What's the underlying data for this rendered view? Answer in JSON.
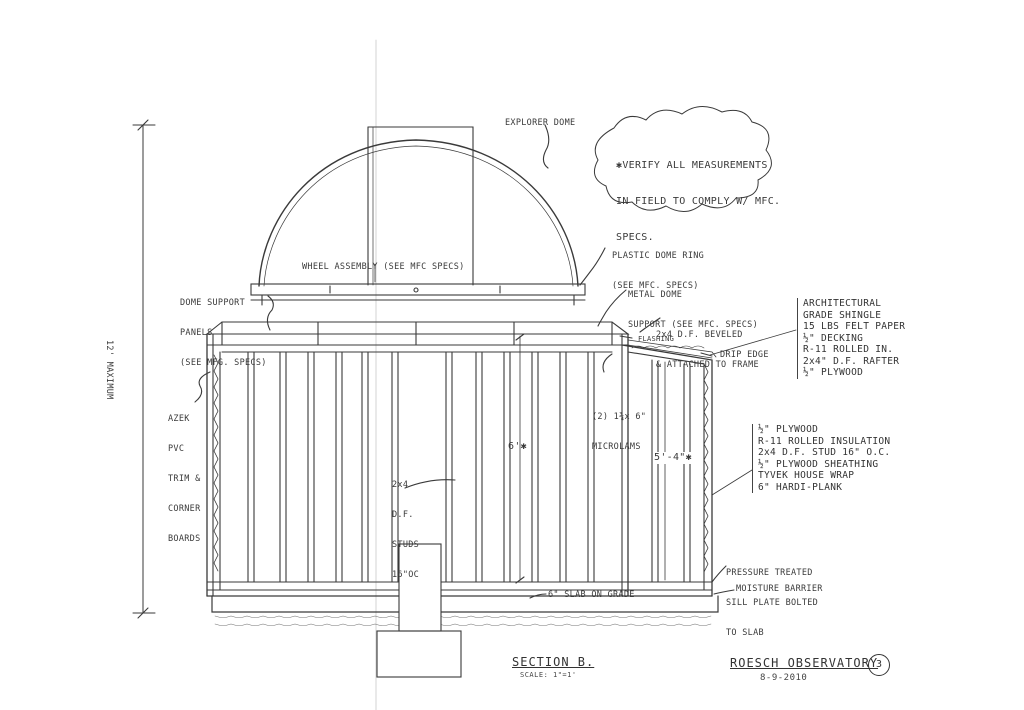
{
  "labels": {
    "explorer_dome": "EXPLORER DOME",
    "verify_note": [
      "✱VERIFY ALL MEASUREMENTS",
      "IN FIELD TO COMPLY W/ MFC.",
      "SPECS."
    ],
    "plastic_ring": [
      "PLASTIC DOME RING",
      "(SEE MFC. SPECS)"
    ],
    "metal_support": [
      "METAL DOME",
      "SUPPORT (SEE MFC. SPECS)"
    ],
    "wheel_assembly": "WHEEL ASSEMBLY (SEE MFC SPECS)",
    "dome_support_panels": [
      "DOME SUPPORT",
      "PANELS",
      "(SEE MFG. SPECS)"
    ],
    "beveled": [
      "2x4 D.F. BEVELED",
      "& ATTACHED TO FRAME"
    ],
    "flashing": "FLASHING",
    "drip_edge": "DRIP EDGE",
    "microlams": [
      "(2) 1¾x 6\"",
      "MICROLAMS"
    ],
    "height_max": "12' MAXIMUM",
    "azek": [
      "AZEK",
      "PVC",
      "TRIM &",
      "CORNER",
      "BOARDS"
    ],
    "six_ft": "6'✱",
    "five_ft": "5'-4\"✱",
    "studs": [
      "2x4",
      "D.F.",
      "STUDS",
      "16\"OC"
    ],
    "pressure_treated": [
      "PRESSURE TREATED",
      "SILL PLATE BOLTED",
      "TO SLAB"
    ],
    "moisture_barrier": "MOISTURE BARRIER",
    "slab": "6\" SLAB ON GRADE"
  },
  "roof_spec": [
    "ARCHITECTURAL",
    "GRADE SHINGLE",
    "15 LBS FELT PAPER",
    "½\" DECKING",
    "R-11 ROLLED IN.",
    "2x4\" D.F. RAFTER",
    "½\" PLYWOOD"
  ],
  "wall_spec": [
    "½\" PLYWOOD",
    "R-11 ROLLED INSULATION",
    "2x4 D.F. STUD 16\" O.C.",
    "½\" PLYWOOD SHEATHING",
    "TYVEK HOUSE WRAP",
    "6\" HARDI-PLANK"
  ],
  "title_block": {
    "section": "SECTION B.",
    "scale": "SCALE: 1\"=1'",
    "project": "ROESCH OBSERVATORY",
    "date": "8-9-2010",
    "sheet_no": "3"
  }
}
